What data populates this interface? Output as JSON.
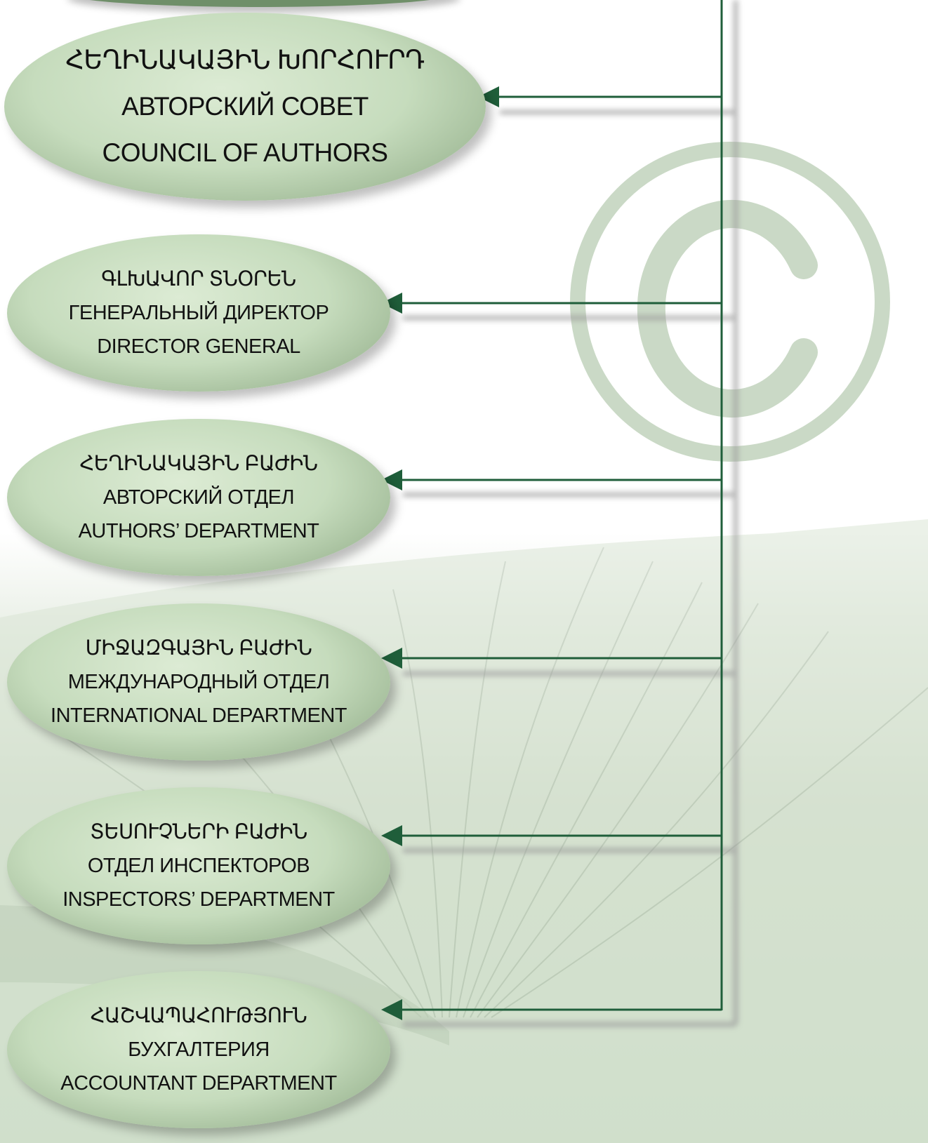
{
  "colors": {
    "connector": "#1f5e3a",
    "node_fill": "#c6dcbd",
    "watermark": "#b9cdb3"
  },
  "watermark": {
    "symbol": "©",
    "icon": "copyright-icon"
  },
  "nodes": [
    {
      "id": "council",
      "lines": [
        "ՀԵՂԻՆԱԿԱՅԻՆ ԽՈՐՀՈՒՐԴ",
        "АВТОРСКИЙ СОВЕТ",
        "COUNCIL  OF  AUTHORS"
      ]
    },
    {
      "id": "director",
      "lines": [
        "ԳԼԽԱՎՈՐ  ՏՆՕՐԵՆ",
        "ГЕНЕРАЛЬНЫЙ  ДИРЕКТОР",
        "DIRECTOR GENERAL"
      ]
    },
    {
      "id": "authors_dept",
      "lines": [
        "ՀԵՂԻՆԱԿԱՅԻՆ ԲԱԺԻՆ",
        "АВТОРСКИЙ ОТДЕЛ",
        "AUTHORS’ DEPARTMENT"
      ]
    },
    {
      "id": "international",
      "lines": [
        "ՄԻՋԱԶԳԱՅԻՆ ԲԱԺԻՆ",
        "МЕЖДУНАРОДНЫЙ ОТДЕЛ",
        "INTERNATIONAL  DEPARTMENT"
      ]
    },
    {
      "id": "inspectors",
      "lines": [
        "ՏԵՍՈՒՉՆԵՐԻ ԲԱԺԻՆ",
        "ОТДЕЛ ИНСПЕКТОРОВ",
        "INSPECTORS’ DEPARTMENT"
      ]
    },
    {
      "id": "accountant",
      "lines": [
        "ՀԱՇՎԱՊԱՀՈՒԹՅՈՒՆ",
        "БУХГАЛТЕРИЯ",
        "ACCOUNTANT DEPARTMENT"
      ]
    }
  ]
}
